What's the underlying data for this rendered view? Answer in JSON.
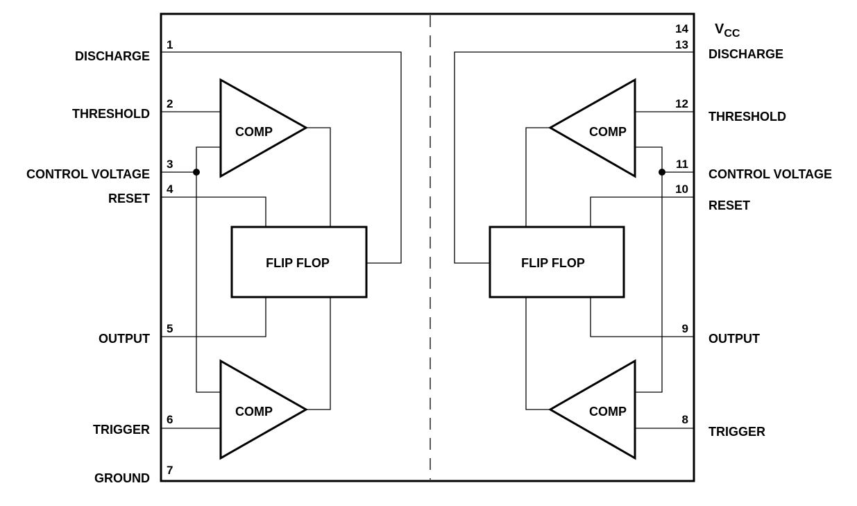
{
  "left_pins": [
    {
      "number": "1",
      "name": "DISCHARGE"
    },
    {
      "number": "2",
      "name": "THRESHOLD"
    },
    {
      "number": "3",
      "name": "CONTROL VOLTAGE"
    },
    {
      "number": "4",
      "name": "RESET"
    },
    {
      "number": "5",
      "name": "OUTPUT"
    },
    {
      "number": "6",
      "name": "TRIGGER"
    },
    {
      "number": "7",
      "name": "GROUND"
    }
  ],
  "right_pins": [
    {
      "number": "14",
      "name": "V",
      "subscript": "CC"
    },
    {
      "number": "13",
      "name": "DISCHARGE"
    },
    {
      "number": "12",
      "name": "THRESHOLD"
    },
    {
      "number": "11",
      "name": "CONTROL VOLTAGE"
    },
    {
      "number": "10",
      "name": "RESET"
    },
    {
      "number": "9",
      "name": "OUTPUT"
    },
    {
      "number": "8",
      "name": "TRIGGER"
    }
  ],
  "blocks": {
    "comparator_label": "COMP",
    "flip_flop_label": "FLIP FLOP"
  }
}
